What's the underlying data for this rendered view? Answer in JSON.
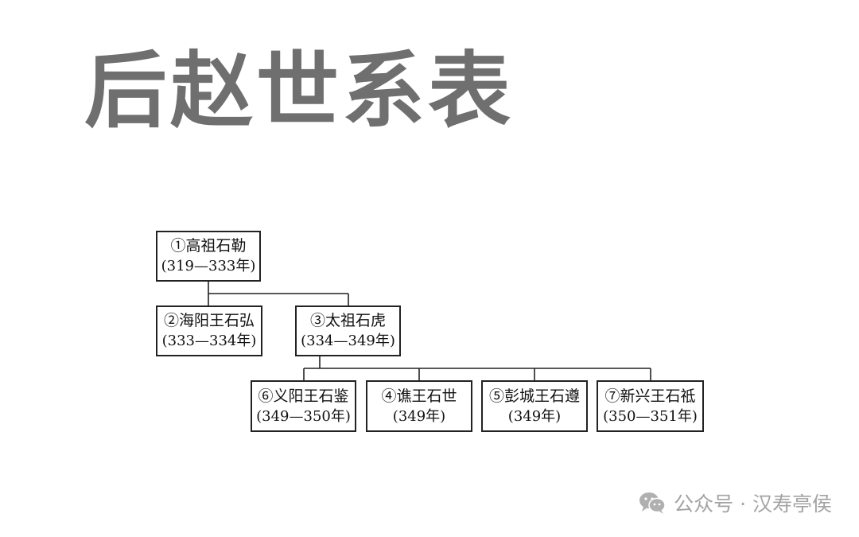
{
  "title": "后赵世系表",
  "nodes": {
    "n1": {
      "name": "①高祖石勒",
      "years": "(319—333年)"
    },
    "n2": {
      "name": "②海阳王石弘",
      "years": "(333—334年)"
    },
    "n3": {
      "name": "③太祖石虎",
      "years": "(334—349年)"
    },
    "n6": {
      "name": "⑥义阳王石鉴",
      "years": "(349—350年)"
    },
    "n4": {
      "name": "④谯王石世",
      "years": "(349年)"
    },
    "n5": {
      "name": "⑤彭城王石遵",
      "years": "(349年)"
    },
    "n7": {
      "name": "⑦新兴王石祗",
      "years": "(350—351年)"
    }
  },
  "edges": [
    [
      "n1",
      "n2"
    ],
    [
      "n1",
      "n3"
    ],
    [
      "n3",
      "n6"
    ],
    [
      "n3",
      "n4"
    ],
    [
      "n3",
      "n5"
    ],
    [
      "n3",
      "n7"
    ]
  ],
  "watermark": {
    "icon": "wechat-icon",
    "text": "公众号 · 汉寿亭侯"
  }
}
